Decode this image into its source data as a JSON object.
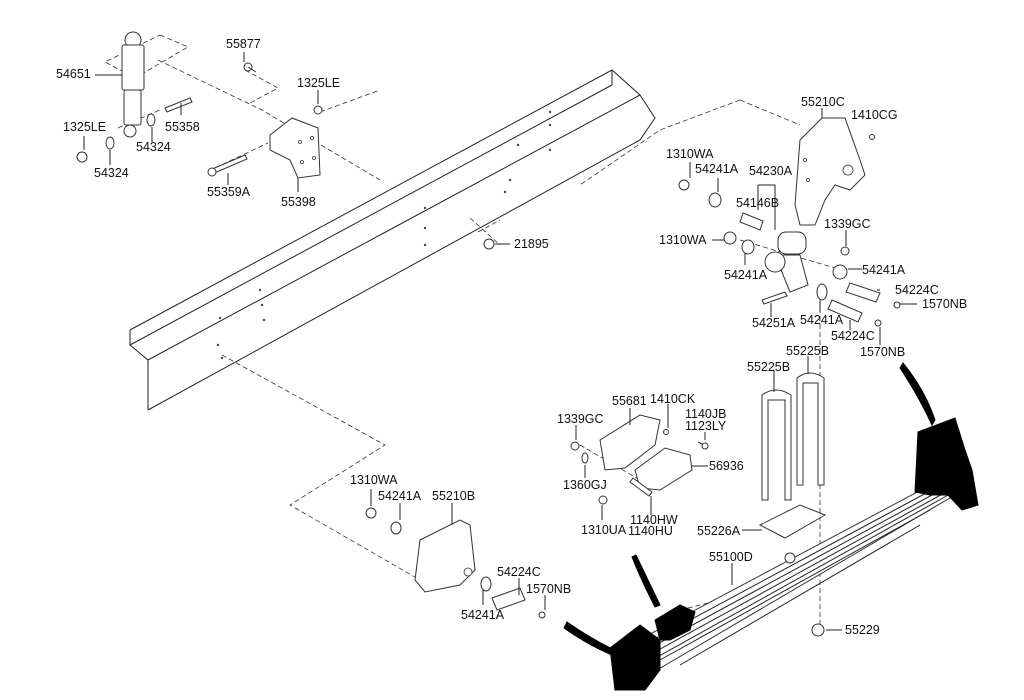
{
  "diagram": {
    "title": "Rear leaf spring suspension exploded parts diagram",
    "labels": {
      "l54651": "54651",
      "l55877": "55877",
      "l1325LE_a": "1325LE",
      "l1325LE_b": "1325LE",
      "l55358": "55358",
      "l54324_a": "54324",
      "l54324_b": "54324",
      "l55359A": "55359A",
      "l55398": "55398",
      "l21895": "21895",
      "l55210C": "55210C",
      "l1410CG": "1410CG",
      "l1310WA_a": "1310WA",
      "l54241A_a": "54241A",
      "l54230A": "54230A",
      "l54146B": "54146B",
      "l1339GC_a": "1339GC",
      "l1310WA_b": "1310WA",
      "l54241A_b": "54241A",
      "l54241A_c": "54241A",
      "l54224C_a": "54224C",
      "l1570NB_a": "1570NB",
      "l54251A": "54251A",
      "l54241A_d": "54241A",
      "l54224C_b": "54224C",
      "l1570NB_b": "1570NB",
      "l55225B_a": "55225B",
      "l55225B_b": "55225B",
      "l55681": "55681",
      "l1410CK": "1410CK",
      "l1140JB": "1140JB",
      "l1123LY": "1123LY",
      "l1339GC_b": "1339GC",
      "l56936": "56936",
      "l1360GJ": "1360GJ",
      "l1310UA": "1310UA",
      "l1140HW": "1140HW",
      "l1140HU": "1140HU",
      "l55226A": "55226A",
      "l55100D": "55100D",
      "l55229": "55229",
      "l1310WA_c": "1310WA",
      "l54241A_e": "54241A",
      "l55210B": "55210B",
      "l54224C_c": "54224C",
      "l1570NB_c": "1570NB",
      "l54241A_f": "54241A"
    }
  }
}
